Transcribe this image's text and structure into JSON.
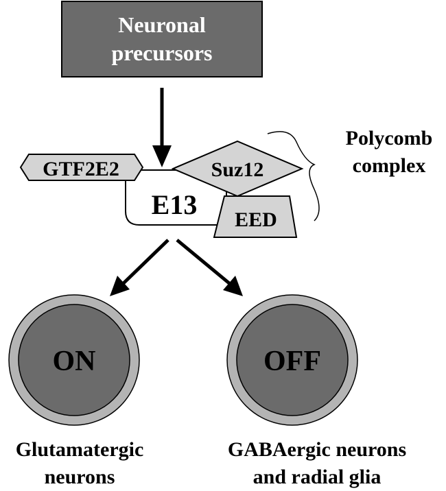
{
  "precursor_box": {
    "line1": "Neuronal",
    "line2": "precursors",
    "fill": "#6b6b6b",
    "text_color": "#ffffff"
  },
  "factor_e13": {
    "label": "E13",
    "fill": "#ffffff"
  },
  "factor_gtf2e2": {
    "label": "GTF2E2",
    "fill": "#d4d4d4"
  },
  "factor_suz12": {
    "label": "Suz12",
    "fill": "#d4d4d4"
  },
  "factor_eed": {
    "label": "EED",
    "fill": "#d4d4d4"
  },
  "polycomb_label": {
    "line1": "Polycomb",
    "line2": "complex"
  },
  "outcome_on": {
    "label": "ON",
    "caption_line1": "Glutamatergic",
    "caption_line2": "neurons"
  },
  "outcome_off": {
    "label": "OFF",
    "caption_line1": "GABAergic neurons",
    "caption_line2": "and radial glia"
  },
  "colors": {
    "outer_ring": "#b4b4b4",
    "inner_disc": "#6b6b6b",
    "stroke": "#000000"
  }
}
